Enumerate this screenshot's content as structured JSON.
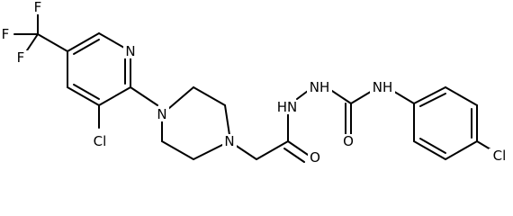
{
  "atoms": {
    "f_top": "F",
    "f_left": "F",
    "f_bottom": "F",
    "pyridine_n": "N",
    "cl_pyridine": "Cl",
    "piperazine_n1": "N",
    "piperazine_n4": "N",
    "carbonyl_o": "O",
    "hydrazide_nh": "HN",
    "hydrazide_nh2": "NH",
    "urea_o": "O",
    "urea_nh": "NH",
    "cl_phenyl": "Cl"
  }
}
